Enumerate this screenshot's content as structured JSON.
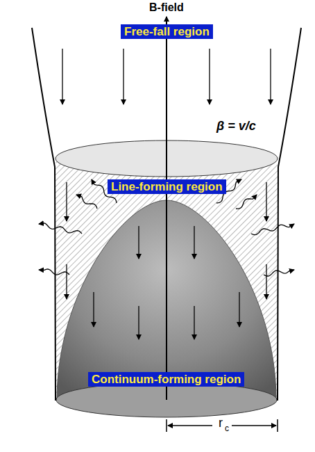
{
  "diagram": {
    "nodes": [
      {
        "text": [
          "Free-fall region"
        ]
      },
      {
        "text": [
          "Line-forming region"
        ]
      },
      {
        "text": [
          "Continuum-forming region"
        ]
      }
    ],
    "labels": [
      "B-field",
      "β = v/c",
      "r",
      "c"
    ]
  }
}
